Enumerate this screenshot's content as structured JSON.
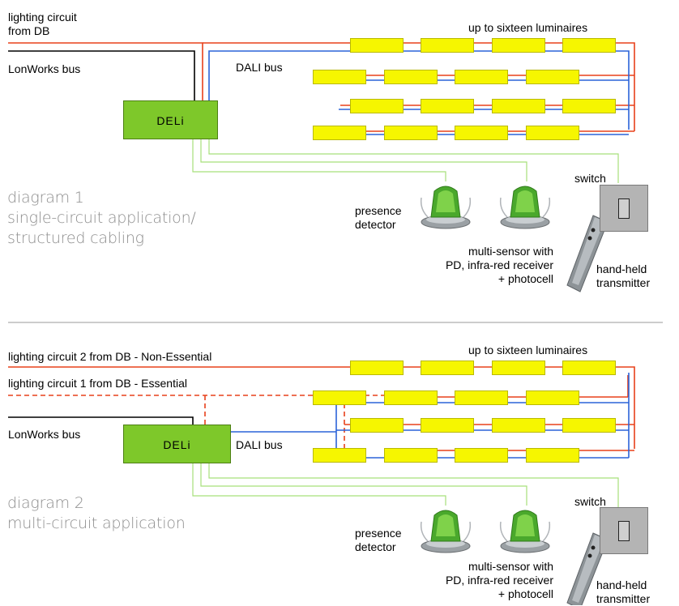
{
  "diagram1": {
    "lighting_circuit": "lighting circuit\nfrom DB",
    "lonworks": "LonWorks bus",
    "dali": "DALI bus",
    "deli": "DELi",
    "luminaires": "up to sixteen luminaires",
    "switch": "switch",
    "presence": "presence\ndetector",
    "multisensor": "multi-sensor with\nPD, infra-red receiver\n+ photocell",
    "handheld": "hand-held\ntransmitter",
    "caption": "diagram 1\nsingle-circuit application/\nstructured cabling"
  },
  "diagram2": {
    "circuit2": "lighting circuit 2 from DB - Non-Essential",
    "circuit1": "lighting circuit 1 from DB - Essential",
    "lonworks": "LonWorks bus",
    "dali": "DALI bus",
    "deli": "DELi",
    "luminaires": "up to sixteen luminaires",
    "switch": "switch",
    "presence": "presence\ndetector",
    "multisensor": "multi-sensor with\nPD, infra-red receiver\n+ photocell",
    "handheld": "hand-held\ntransmitter",
    "caption": "diagram 2\nmulti-circuit application"
  },
  "colors": {
    "power": "#e8401a",
    "dali": "#2b63d8",
    "lonworks": "#000000",
    "sensor_bus": "#a6e07a",
    "luminaire": "#f6f600",
    "deli": "#7ec82a",
    "divider": "#9a9a9a"
  }
}
